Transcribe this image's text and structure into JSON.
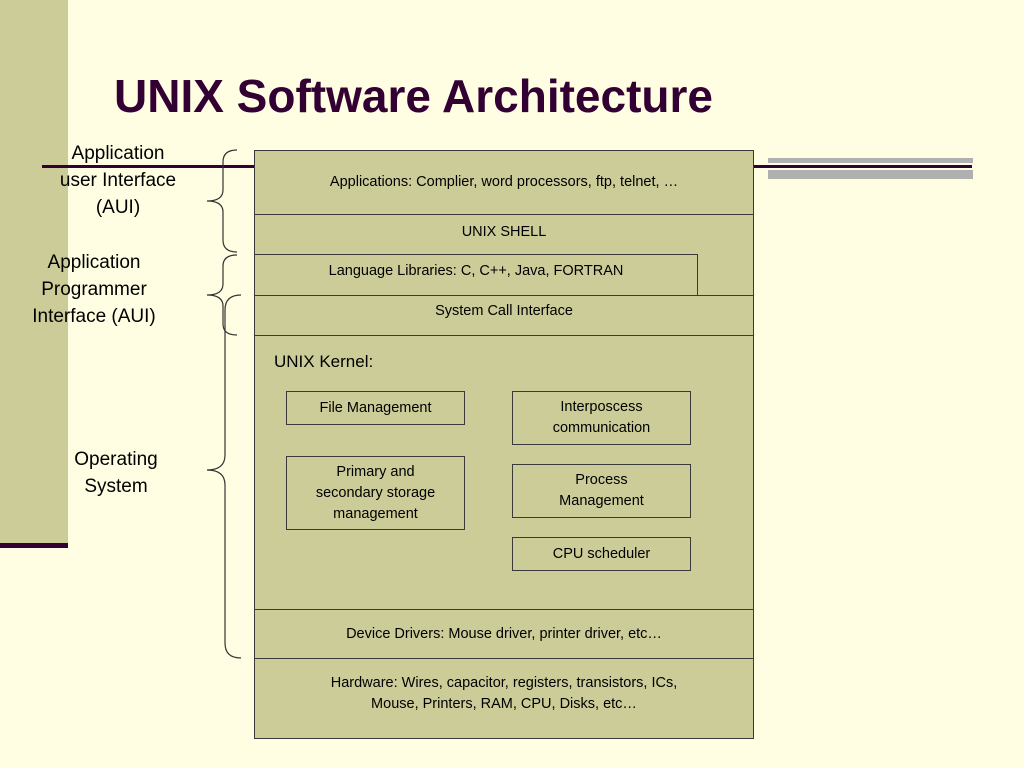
{
  "slide": {
    "title": "UNIX Software Architecture"
  },
  "labels": {
    "aui": "Application\nuser Interface\n(AUI)",
    "api": "Application\nProgrammer\nInterface (AUI)",
    "os": "Operating\nSystem"
  },
  "layers": {
    "applications": "Applications: Complier, word processors, ftp, telnet, …",
    "shell": "UNIX SHELL",
    "libraries": "Language Libraries: C, C++, Java, FORTRAN",
    "syscall": "System Call Interface",
    "kernel_title": "UNIX Kernel:",
    "drivers": "Device Drivers: Mouse driver, printer driver, etc…",
    "hardware": "Hardware: Wires, capacitor, registers, transistors, ICs,\nMouse, Printers, RAM, CPU, Disks, etc…"
  },
  "kernel": {
    "file_mgmt": "File Management",
    "ipc": "Interposcess\ncommunication",
    "storage": "Primary and\nsecondary storage\nmanagement",
    "process": "Process\nManagement",
    "cpu": "CPU scheduler"
  },
  "colors": {
    "background": "#FFFEE2",
    "sidebar": "#CCCC99",
    "title": "#330033",
    "accent_line": "#330033",
    "box_fill": "#CCCC99"
  }
}
